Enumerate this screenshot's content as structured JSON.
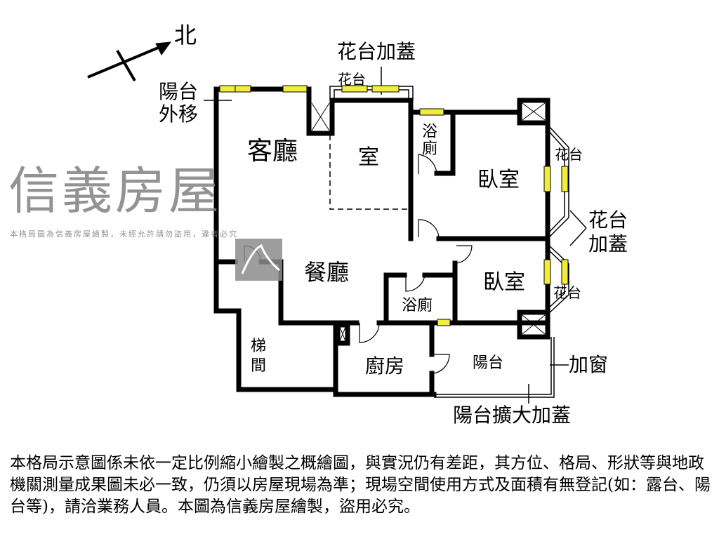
{
  "compass": {
    "label": "北"
  },
  "annotations": {
    "balcony_moved": "陽台外移",
    "planter_cover_top": "花台加蓋",
    "planter_cover_right": "花台加蓋",
    "add_window": "加窗",
    "balcony_expand": "陽台擴大加蓋"
  },
  "rooms": {
    "living_room": "客廳",
    "room": "室",
    "bath1": "浴廁",
    "bedroom1": "臥室",
    "dining_room": "餐廳",
    "bath2": "浴廁",
    "bedroom2": "臥室",
    "stairwell": "梯間",
    "kitchen": "廚房",
    "balcony": "陽台",
    "planter_top": "花台",
    "planter_right1": "花台",
    "planter_right2": "花台"
  },
  "watermark": {
    "brand": "信義房屋",
    "notice": "本格局圖為信義房屋繪製，未經允許請勿盜用，違者必究"
  },
  "disclaimer": "本格局示意圖係未依一定比例縮小繪製之概繪圖，與實況仍有差距，其方位、格局、形狀等與地政機關測量成果圖未必一致，仍須以房屋現場為準；現場空間使用方式及面積有無登記(如：露台、陽台等)，請洽業務人員。本圖為信義房屋繪製，盜用必究。",
  "colors": {
    "wall": "#000000",
    "window": "#f2ec3c",
    "watermark": "#808080"
  }
}
